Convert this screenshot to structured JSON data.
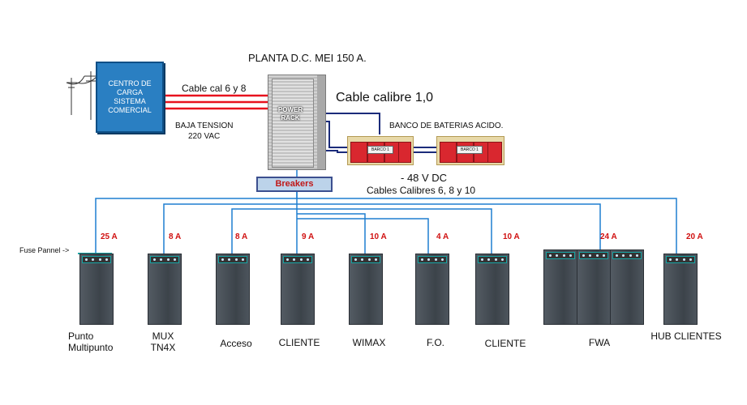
{
  "title": "PLANTA D.C. MEI 150 A.",
  "centro_carga": [
    "CENTRO DE",
    "CARGA",
    "SISTEMA",
    "COMERCIAL"
  ],
  "cable_cal": "Cable cal  6 y 8",
  "baja_tension": [
    "BAJA TENSION",
    "220 VAC"
  ],
  "rack_label": [
    "POWER",
    "RACK"
  ],
  "cable_calibre": "Cable calibre 1,0",
  "banco_baterias": "BANCO DE BATERIAS ACIDO.",
  "banco_tag": "BARCO 1",
  "dc_voltage": "- 48 V DC",
  "cables_calibres": "Cables Calibres  6, 8 y 10",
  "breakers": "Breakers",
  "fuse_panel": "Fuse Pannel ->",
  "loads": [
    {
      "amps": "25 A",
      "name": [
        "Punto",
        "Multipunto"
      ]
    },
    {
      "amps": "8 A",
      "name": [
        "MUX",
        "TN4X"
      ]
    },
    {
      "amps": "8 A",
      "name": [
        "Acceso"
      ]
    },
    {
      "amps": "9 A",
      "name": [
        "CLIENTE"
      ]
    },
    {
      "amps": "10 A",
      "name": [
        "WIMAX"
      ]
    },
    {
      "amps": "4 A",
      "name": [
        "F.O."
      ]
    },
    {
      "amps": "10 A",
      "name": [
        "CLIENTE"
      ]
    },
    {
      "amps": "24 A",
      "name": [
        "FWA"
      ]
    },
    {
      "amps": "20 A",
      "name": [
        "HUB CLIENTES"
      ]
    }
  ],
  "colors": {
    "ac_cable": "#e8121e",
    "dc_cable": "#1b2b7a",
    "bus_line": "#1f7fd0",
    "amp_text": "#d01010"
  }
}
